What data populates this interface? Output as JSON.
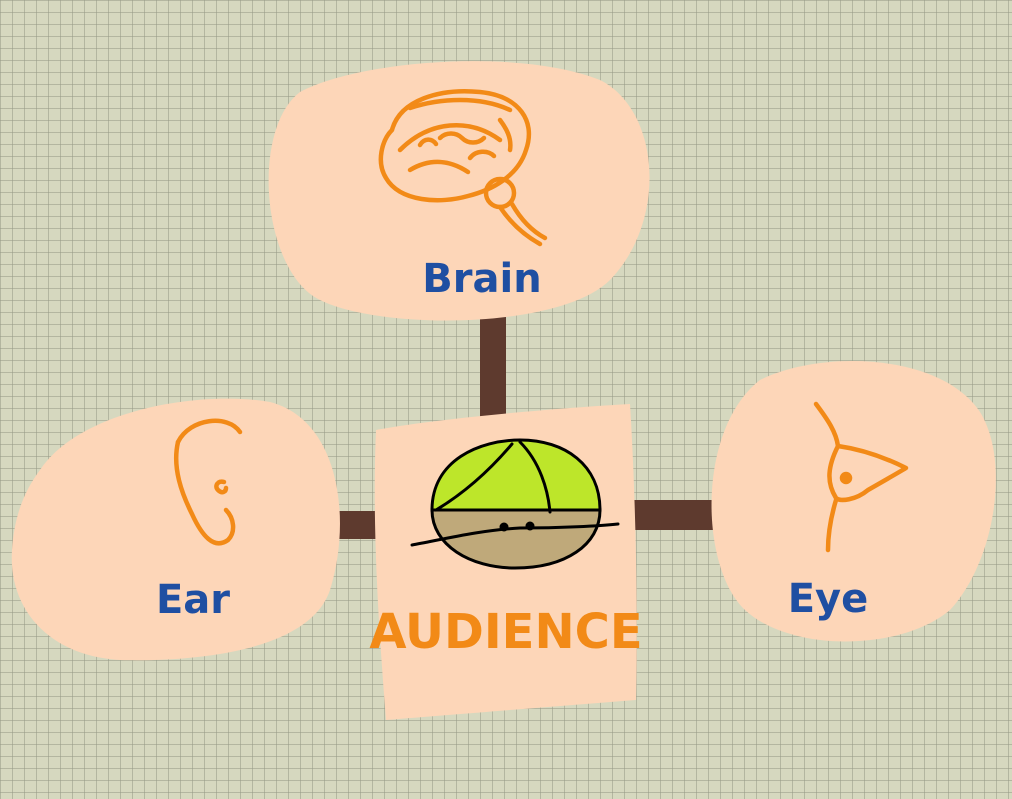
{
  "diagram": {
    "center": {
      "label": "AUDIENCE"
    },
    "nodes": {
      "brain": {
        "label": "Brain",
        "icon": "brain-icon"
      },
      "ear": {
        "label": "Ear",
        "icon": "ear-icon"
      },
      "eye": {
        "label": "Eye",
        "icon": "eye-icon"
      }
    }
  },
  "colors": {
    "background": "#d6d8bf",
    "blob": "#fdd6b8",
    "connector": "#5e3a2e",
    "icon_stroke": "#f28a17",
    "node_label": "#1f4fa2",
    "center_label": "#f28a17",
    "hair": "#bde62a",
    "face": "#bfa97a"
  }
}
